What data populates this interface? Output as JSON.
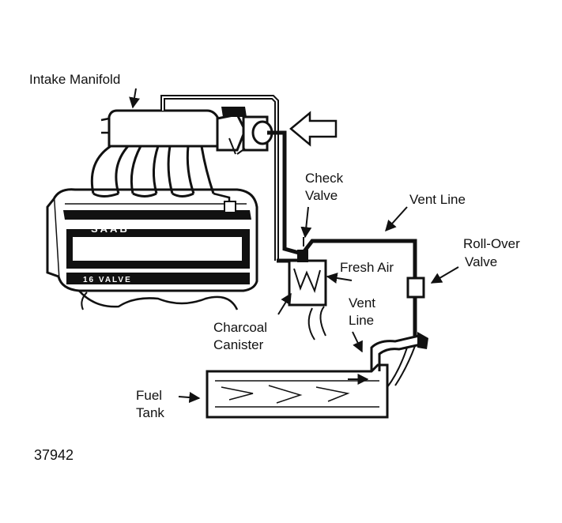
{
  "labels": {
    "intake_manifold": "Intake Manifold",
    "check_valve_1": "Check",
    "check_valve_2": "Valve",
    "vent_line_top": "Vent Line",
    "roll_over_1": "Roll-Over",
    "roll_over_2": "Valve",
    "fresh_air": "Fresh Air",
    "vent_line_2a": "Vent",
    "vent_line_2b": "Line",
    "charcoal_1": "Charcoal",
    "charcoal_2": "Canister",
    "fuel_1": "Fuel",
    "fuel_2": "Tank"
  },
  "engine_marks": {
    "brand": "SAAB",
    "valve_cover": "16 VALVE"
  },
  "figure_number": "37942"
}
